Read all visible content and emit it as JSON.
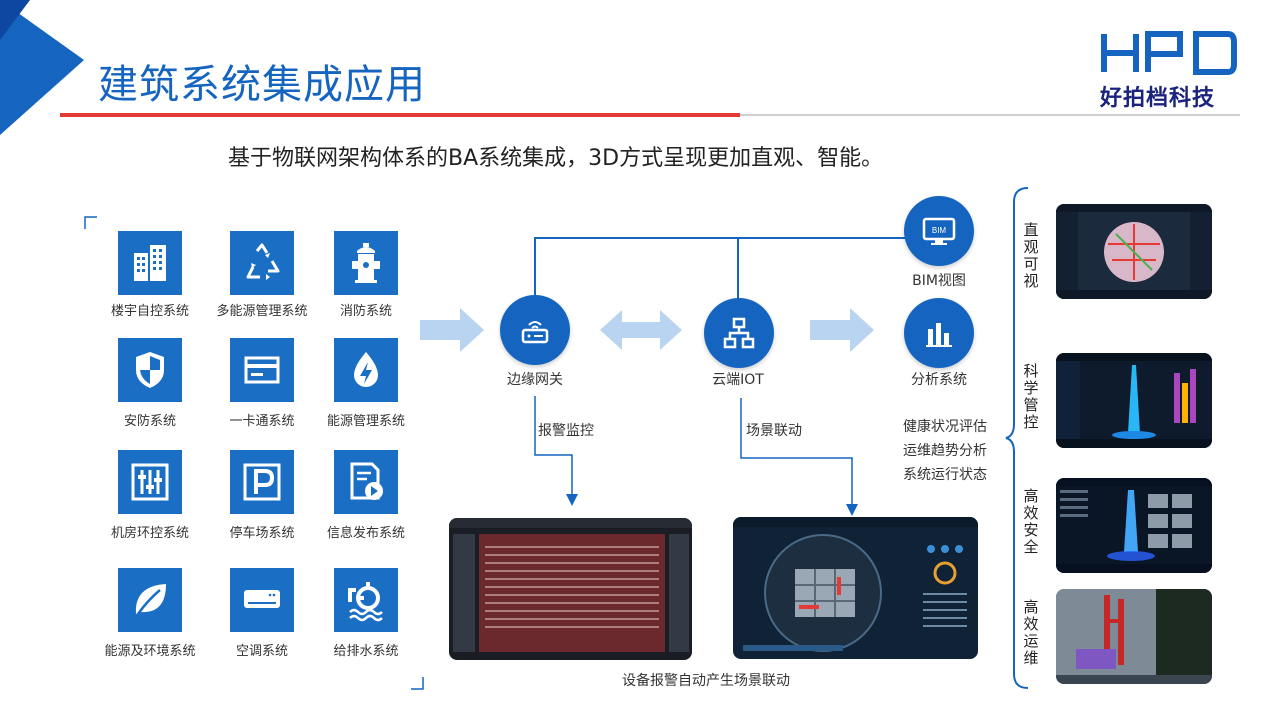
{
  "header": {
    "title": "建筑系统集成应用",
    "logo_mark": "HPD",
    "logo_text": "好拍档科技",
    "subtitle": "基于物联网架构体系的BA系统集成，3D方式呈现更加直观、智能。"
  },
  "systems": [
    {
      "label": "楼宇自控系统",
      "icon": "building-icon"
    },
    {
      "label": "多能源管理系统",
      "icon": "recycle-icon"
    },
    {
      "label": "消防系统",
      "icon": "hydrant-icon"
    },
    {
      "label": "安防系统",
      "icon": "shield-icon"
    },
    {
      "label": "一卡通系统",
      "icon": "card-icon"
    },
    {
      "label": "能源管理系统",
      "icon": "energy-drop-icon"
    },
    {
      "label": "机房环控系统",
      "icon": "sliders-icon"
    },
    {
      "label": "停车场系统",
      "icon": "parking-icon"
    },
    {
      "label": "信息发布系统",
      "icon": "document-share-icon"
    },
    {
      "label": "能源及环境系统",
      "icon": "leaf-icon"
    },
    {
      "label": "空调系统",
      "icon": "air-conditioner-icon"
    },
    {
      "label": "给排水系统",
      "icon": "water-pump-icon"
    }
  ],
  "flow": {
    "gateway": "边缘网关",
    "cloud": "云端IOT",
    "bim": "BIM视图",
    "bim_icon_text": "BIM",
    "analysis": "分析系统",
    "alarm": "报警监控",
    "linkage": "场景联动",
    "analysis_items": [
      "健康状况评估",
      "运维趋势分析",
      "系统运行状态"
    ],
    "caption": "设备报警自动产生场景联动"
  },
  "features": [
    "直观可视",
    "科学管控",
    "高效安全",
    "高效运维"
  ],
  "colors": {
    "brand": "#1565c0",
    "tile": "#1a6fc4",
    "accent_red": "#e53935"
  }
}
